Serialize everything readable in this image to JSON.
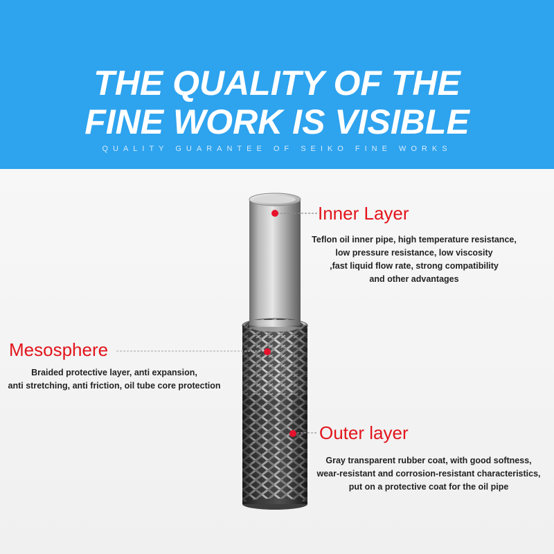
{
  "header": {
    "headline_line1": "THE QUALITY OF THE",
    "headline_line2": "FINE WORK IS VISIBLE",
    "tagline": "QUALITY GUARANTEE OF SEIKO FINE WORKS"
  },
  "layers": {
    "inner": {
      "title": "Inner Layer",
      "lines": [
        "Teflon oil inner pipe, high temperature resistance,",
        "low pressure resistance, low viscosity",
        ",fast liquid flow rate, strong compatibility",
        "and other advantages"
      ]
    },
    "middle": {
      "title": "Mesosphere",
      "lines": [
        "Braided protective layer, anti expansion,",
        "anti stretching, anti friction, oil tube core protection"
      ]
    },
    "outer": {
      "title": "Outer layer",
      "lines": [
        "Gray transparent rubber coat, with good softness,",
        "wear-resistant and corrosion-resistant characteristics,",
        "put on a protective coat for the oil pipe"
      ]
    }
  },
  "colors": {
    "banner": "#2ea3ee",
    "label_red": "#e2151b",
    "marker_red": "#e8112d"
  }
}
